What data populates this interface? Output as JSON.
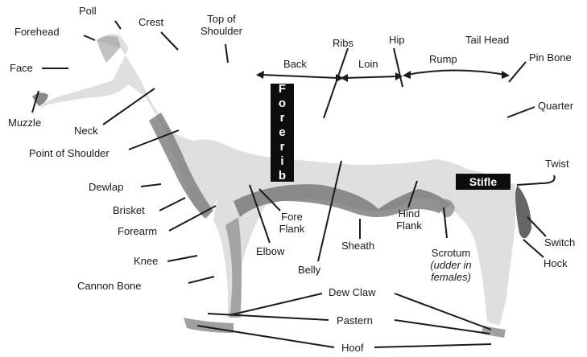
{
  "labels": {
    "poll": "Poll",
    "forehead": "Forehead",
    "crest": "Crest",
    "top_of_shoulder": "Top of\nShoulder",
    "ribs": "Ribs",
    "hip": "Hip",
    "tail_head": "Tail Head",
    "face": "Face",
    "back": "Back",
    "loin": "Loin",
    "rump": "Rump",
    "pin_bone": "Pin Bone",
    "muzzle": "Muzzle",
    "neck": "Neck",
    "quarter": "Quarter",
    "point_of_shoulder": "Point of Shoulder",
    "forerib": "Forerib",
    "twist": "Twist",
    "stifle": "Stifle",
    "dewlap": "Dewlap",
    "brisket": "Brisket",
    "forearm": "Forearm",
    "fore_flank": "Fore\nFlank",
    "hind_flank": "Hind\nFlank",
    "sheath": "Sheath",
    "elbow": "Elbow",
    "switch": "Switch",
    "hock": "Hock",
    "knee": "Knee",
    "scrotum": "Scrotum",
    "scrotum_note": "(udder in\nfemales)",
    "belly": "Belly",
    "cannon_bone": "Cannon Bone",
    "dew_claw": "Dew Claw",
    "pastern": "Pastern",
    "hoof": "Hoof"
  },
  "colors": {
    "text": "#1a1a1a",
    "label_box": "#0d0d0d",
    "label_box_text": "#ffffff",
    "shade_dark": "#6e6e6e",
    "shade_light": "#b9b9b9"
  }
}
